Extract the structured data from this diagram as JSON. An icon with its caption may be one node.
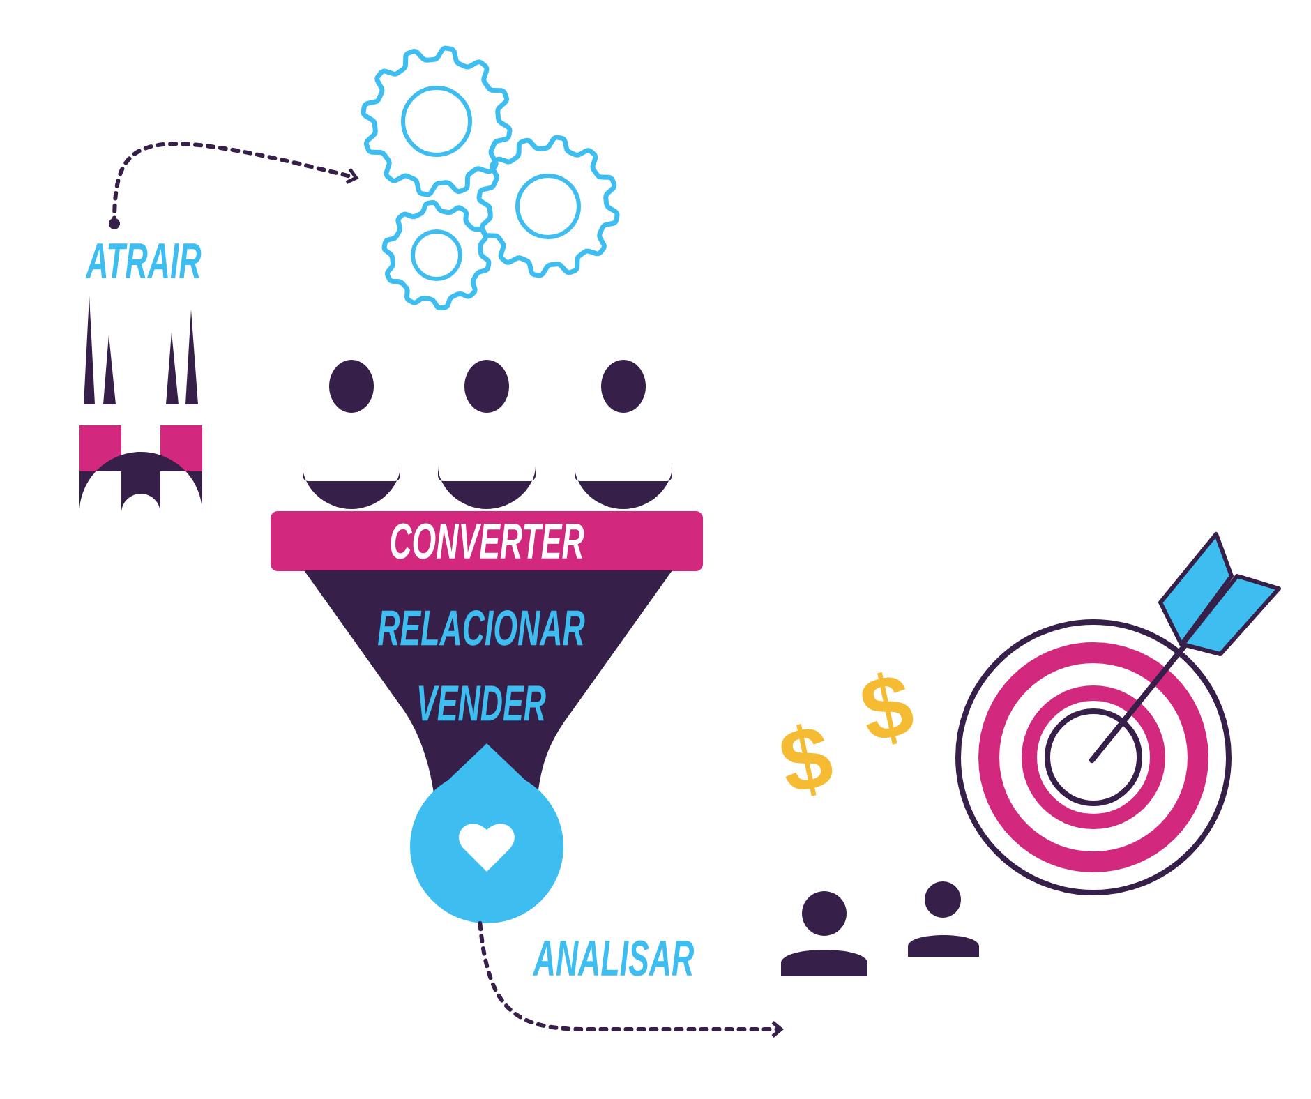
{
  "diagram": {
    "nodes": [
      {
        "text": [
          "ATRAIR"
        ]
      },
      {
        "text": [],
        "shape": "gear"
      },
      {
        "text": [
          "CONVERTER"
        ]
      },
      {
        "text": [
          "RELACIONAR",
          "VENDER"
        ]
      },
      {
        "text": [],
        "shape": "drop"
      }
    ],
    "edges": [
      {
        "from": 0,
        "to": 1,
        "arrow": "to",
        "style": "dashed"
      },
      {
        "from": 4,
        "to": null,
        "arrow": "to",
        "style": "dashed",
        "label": "ANALISAR"
      }
    ],
    "labels": [
      "$",
      "$"
    ]
  }
}
